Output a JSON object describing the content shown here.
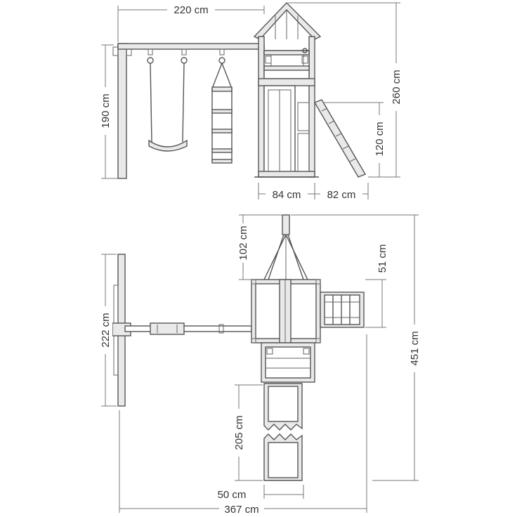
{
  "dimensions": {
    "side_view": {
      "swing_beam_length": "220 cm",
      "swing_height": "190 cm",
      "total_height": "260 cm",
      "platform_height": "120 cm",
      "tower_width": "84 cm",
      "ladder_depth": "82 cm"
    },
    "top_view": {
      "front_extension": "102 cm",
      "ladder_width": "51 cm",
      "swing_frame_width": "222 cm",
      "total_depth": "451 cm",
      "slide_length": "205 cm",
      "slide_width": "50 cm",
      "total_width": "367 cm"
    }
  }
}
